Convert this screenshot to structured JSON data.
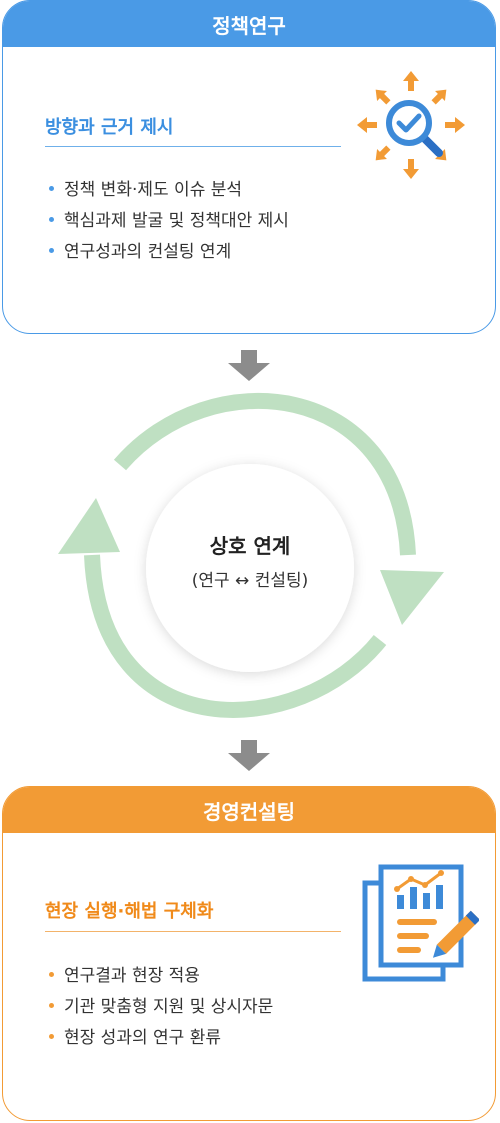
{
  "research": {
    "header": "정책연구",
    "subtitle": "방향과 근거 제시",
    "items": [
      "정책 변화·제도 이슈 분석",
      "핵심과제 발굴 및 정책대안 제시",
      "연구성과의 컨설팅 연계"
    ],
    "icon": "magnifier-check-icon",
    "accent": "#4a9ae6"
  },
  "center": {
    "title": "상호 연계",
    "subtitle": "(연구 ↔ 컨설팅)"
  },
  "consulting": {
    "header": "경영컨설팅",
    "subtitle": "현장 실행·해법 구체화",
    "items": [
      "연구결과 현장 적용",
      "기관 맞춤형 지원 및 상시자문",
      "현장 성과의 연구 환류"
    ],
    "icon": "report-chart-pencil-icon",
    "accent": "#f29b35"
  },
  "colors": {
    "cycle_arrow": "#bfe0c2",
    "down_arrow": "#8c8c8c"
  }
}
